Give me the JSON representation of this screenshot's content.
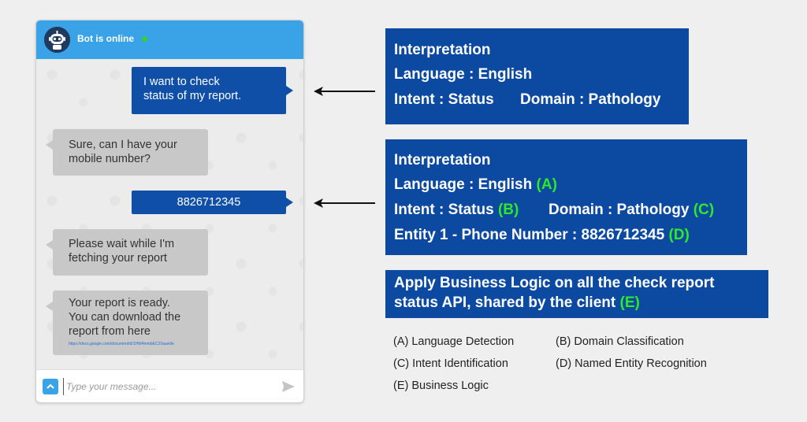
{
  "chat": {
    "header_title": "Bot is online",
    "messages": [
      {
        "from": "user",
        "lines": [
          "I want to check",
          "status of my report."
        ]
      },
      {
        "from": "bot",
        "lines": [
          "Sure, can I have your",
          "mobile number?"
        ]
      },
      {
        "from": "user",
        "lines": [
          "8826712345"
        ]
      },
      {
        "from": "bot",
        "lines": [
          "Please wait while I'm",
          "fetching your report"
        ]
      },
      {
        "from": "bot",
        "lines": [
          "Your report is ready.",
          "You can download the",
          "report from here"
        ],
        "link": "https://docs.google.com/document/d/1HW4mmbEC20auw9e"
      }
    ],
    "input_placeholder": "Type your message...",
    "colors": {
      "header": "#3aa3e8",
      "user_bubble": "#0f4fa8",
      "bot_bubble": "#c8c8c8",
      "online": "#35d12f"
    }
  },
  "box1": {
    "title": "Interpretation",
    "language": "Language : English",
    "intent": "Intent : Status",
    "domain": "Domain : Pathology"
  },
  "box2": {
    "title": "Interpretation",
    "language": "Language : English",
    "language_tag": "(A)",
    "intent": "Intent : Status",
    "intent_tag": "(B)",
    "domain": "Domain : Pathology",
    "domain_tag": "(C)",
    "entity": "Entity 1 - Phone Number : 8826712345",
    "entity_tag": "(D)"
  },
  "box3": {
    "line1": "Apply Business Logic on all the check report",
    "line2": "status API, shared by the client",
    "tag": "(E)"
  },
  "legend": {
    "a": "(A) Language Detection",
    "b": "(B) Domain Classification",
    "c": "(C) Intent Identification",
    "d": "(D) Named Entity Recognition",
    "e": "(E) Business Logic"
  },
  "colors": {
    "box": "#0c4aa2",
    "tag_green": "#2ee82a"
  }
}
